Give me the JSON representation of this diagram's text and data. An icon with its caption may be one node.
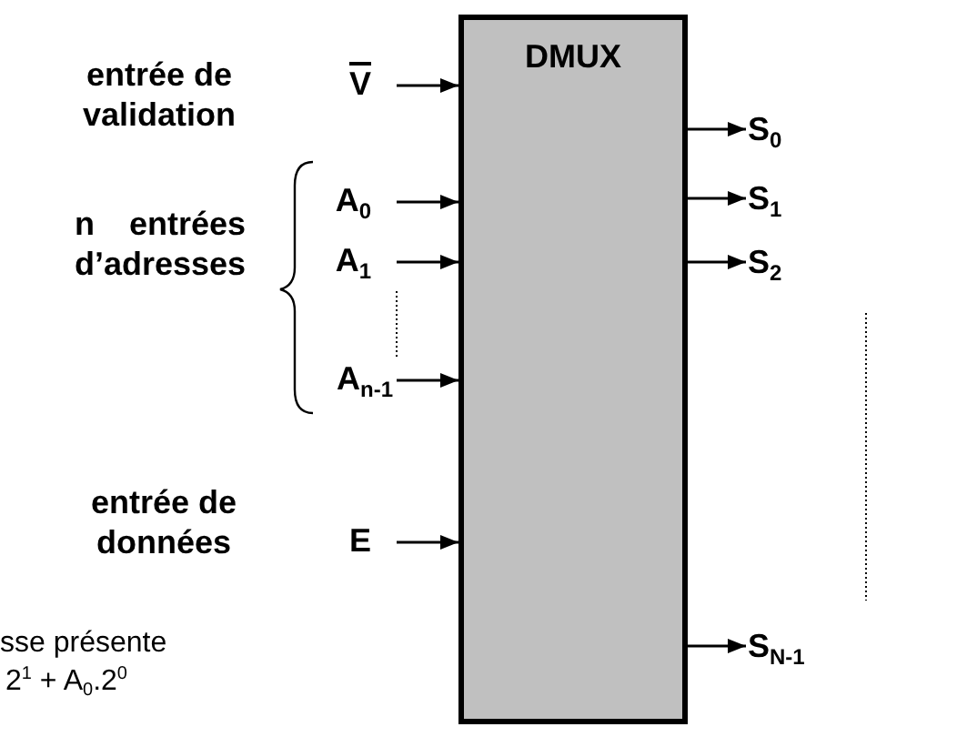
{
  "diagram": {
    "nodes": [
      {
        "text": [
          "DMUX"
        ]
      },
      {
        "text": [
          "V"
        ]
      },
      {
        "text": [
          "A$_{0}$"
        ]
      },
      {
        "text": [
          "A$_{1}$"
        ]
      },
      {
        "text": [
          "A$_{n-1}$"
        ]
      },
      {
        "text": [
          "E"
        ]
      },
      {
        "text": [
          "S$_{0}$"
        ]
      },
      {
        "text": [
          "S$_{1}$"
        ]
      },
      {
        "text": [
          "S$_{2}$"
        ]
      },
      {
        "text": [
          "S$_{N-1}$"
        ]
      }
    ],
    "edges": [
      {
        "from": 1,
        "to": 0,
        "arrow": "to"
      },
      {
        "from": 2,
        "to": 0,
        "arrow": "to"
      },
      {
        "from": 3,
        "to": 0,
        "arrow": "to"
      },
      {
        "from": 4,
        "to": 0,
        "arrow": "to"
      },
      {
        "from": 5,
        "to": 0,
        "arrow": "to"
      },
      {
        "from": 0,
        "to": 6,
        "arrow": "to"
      },
      {
        "from": 0,
        "to": 7,
        "arrow": "to"
      },
      {
        "from": 0,
        "to": 8,
        "arrow": "to"
      },
      {
        "from": 0,
        "to": 9,
        "arrow": "to"
      }
    ],
    "labels": [
      "entrée de validation",
      "n entrées d’adresses",
      "entrée de données",
      "sse présente",
      "2$^{1}$ + A$_{0}$.2$^{0}$"
    ]
  }
}
